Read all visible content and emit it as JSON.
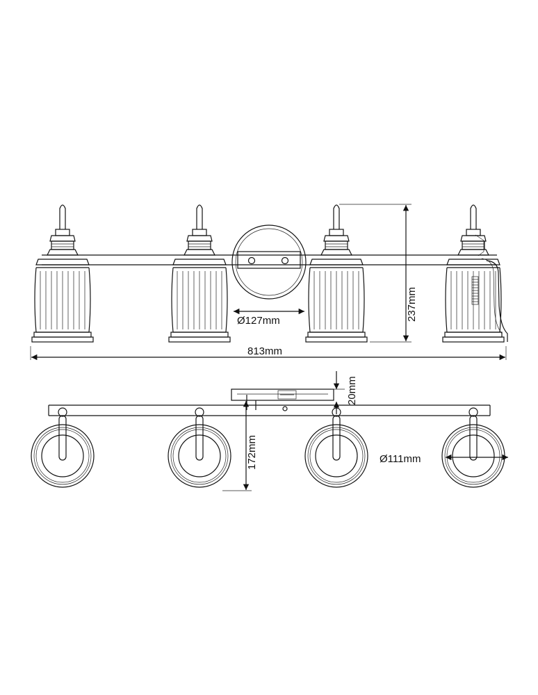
{
  "dimensions": {
    "width": "813mm",
    "height": "237mm",
    "backplate_diameter": "Ø127mm",
    "projection": "172mm",
    "backplate_depth": "20mm",
    "shade_diameter": "Ø111mm"
  },
  "colors": {
    "line": "#111111",
    "background": "#ffffff"
  }
}
